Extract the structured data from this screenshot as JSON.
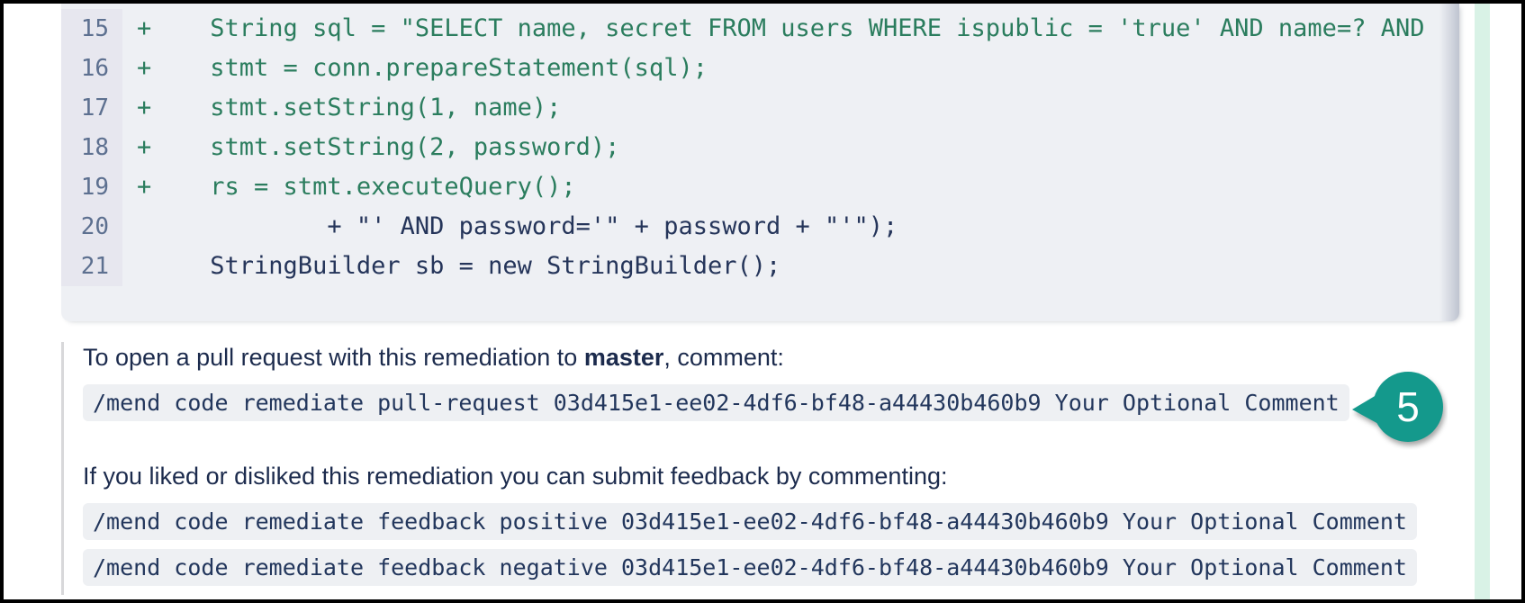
{
  "colors": {
    "added_green": "#2b7d5e",
    "code_navy": "#25355a",
    "prose_navy": "#1c2b4d",
    "gutter_bg": "#e7e7ef",
    "code_bg": "#eef0f4",
    "badge_teal": "#14998c",
    "mint_strip": "#d9f2e6",
    "line_number": "#5d7090"
  },
  "diff": {
    "lines": [
      {
        "num": "15",
        "text": "+    String sql = \"SELECT name, secret FROM users WHERE ispublic = 'true' AND name=? AND",
        "added": true
      },
      {
        "num": "16",
        "text": "+    stmt = conn.prepareStatement(sql);",
        "added": true
      },
      {
        "num": "17",
        "text": "+    stmt.setString(1, name);",
        "added": true
      },
      {
        "num": "18",
        "text": "+    stmt.setString(2, password);",
        "added": true
      },
      {
        "num": "19",
        "text": "+    rs = stmt.executeQuery();",
        "added": true
      },
      {
        "num": "20",
        "text": "             + \"' AND password='\" + password + \"'\");",
        "added": false
      },
      {
        "num": "21",
        "text": "     StringBuilder sb = new StringBuilder();",
        "added": false
      }
    ]
  },
  "instructions": {
    "pr_prefix": "To open a pull request with this remediation to ",
    "pr_branch": "master",
    "pr_suffix": ", comment:",
    "pr_command": "/mend code remediate pull-request 03d415e1-ee02-4df6-bf48-a44430b460b9 Your Optional Comment",
    "feedback_sentence": "If you liked or disliked this remediation you can submit feedback by commenting:",
    "feedback_positive": "/mend code remediate feedback positive 03d415e1-ee02-4df6-bf48-a44430b460b9 Your Optional Comment",
    "feedback_negative": "/mend code remediate feedback negative 03d415e1-ee02-4df6-bf48-a44430b460b9 Your Optional Comment"
  },
  "badge": {
    "label": "5"
  }
}
